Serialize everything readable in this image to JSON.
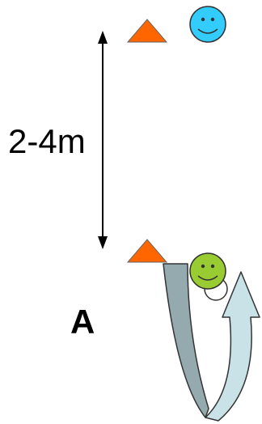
{
  "distance_label": "2-4m",
  "station_label": "A",
  "colors": {
    "cone": "#ff6600",
    "player_blue": "#33ccff",
    "player_green": "#99cc33",
    "path_back": "#94aaae",
    "path_front": "#c8e2e8",
    "line": "#000000"
  },
  "icons": {
    "cone": "orange-cone-icon",
    "player_blue": "blue-smiley-player-icon",
    "player_green": "green-smiley-player-icon",
    "path": "u-turn-run-arrow"
  }
}
